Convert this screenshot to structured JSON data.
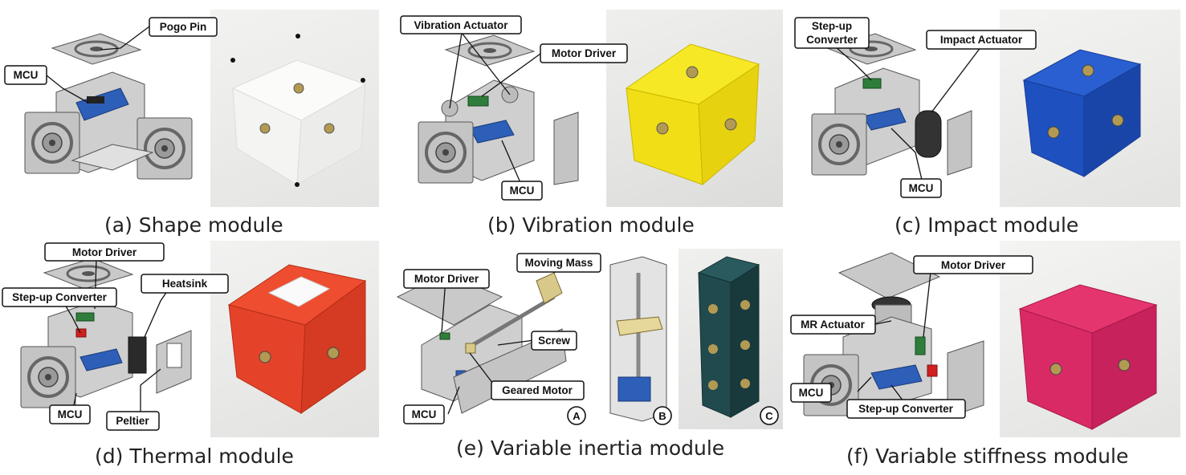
{
  "figure": {
    "panels": [
      {
        "id": "a",
        "caption": "(a) Shape module",
        "labels": [
          "Pogo Pin",
          "MCU"
        ]
      },
      {
        "id": "b",
        "caption": "(b) Vibration module",
        "labels": [
          "Vibration Actuator",
          "Motor Driver",
          "MCU"
        ]
      },
      {
        "id": "c",
        "caption": "(c) Impact module",
        "labels": [
          "Step-up",
          "Converter",
          "Impact Actuator",
          "MCU"
        ]
      },
      {
        "id": "d",
        "caption": "(d) Thermal module",
        "labels": [
          "Motor Driver",
          "Heatsink",
          "Step-up Converter",
          "MCU",
          "Peltier"
        ]
      },
      {
        "id": "e",
        "caption": "(e) Variable inertia module",
        "labels": [
          "Moving Mass",
          "Motor Driver",
          "Screw",
          "Geared Motor",
          "MCU"
        ],
        "markers": [
          "A",
          "B",
          "C"
        ]
      },
      {
        "id": "f",
        "caption": "(f) Variable stiffness module",
        "labels": [
          "Motor Driver",
          "MR Actuator",
          "MCU",
          "Step-up Converter"
        ]
      }
    ],
    "colors": {
      "shape": "#f4f4f2",
      "vibration": "#f2e21a",
      "impact": "#1d4fc4",
      "thermal": "#e8442a",
      "inertia": "#1f4a4e",
      "stiffness": "#d92a66",
      "part": "#b8b8b8",
      "mcu": "#2d5fb8",
      "pcb": "#2f7d3a"
    }
  }
}
